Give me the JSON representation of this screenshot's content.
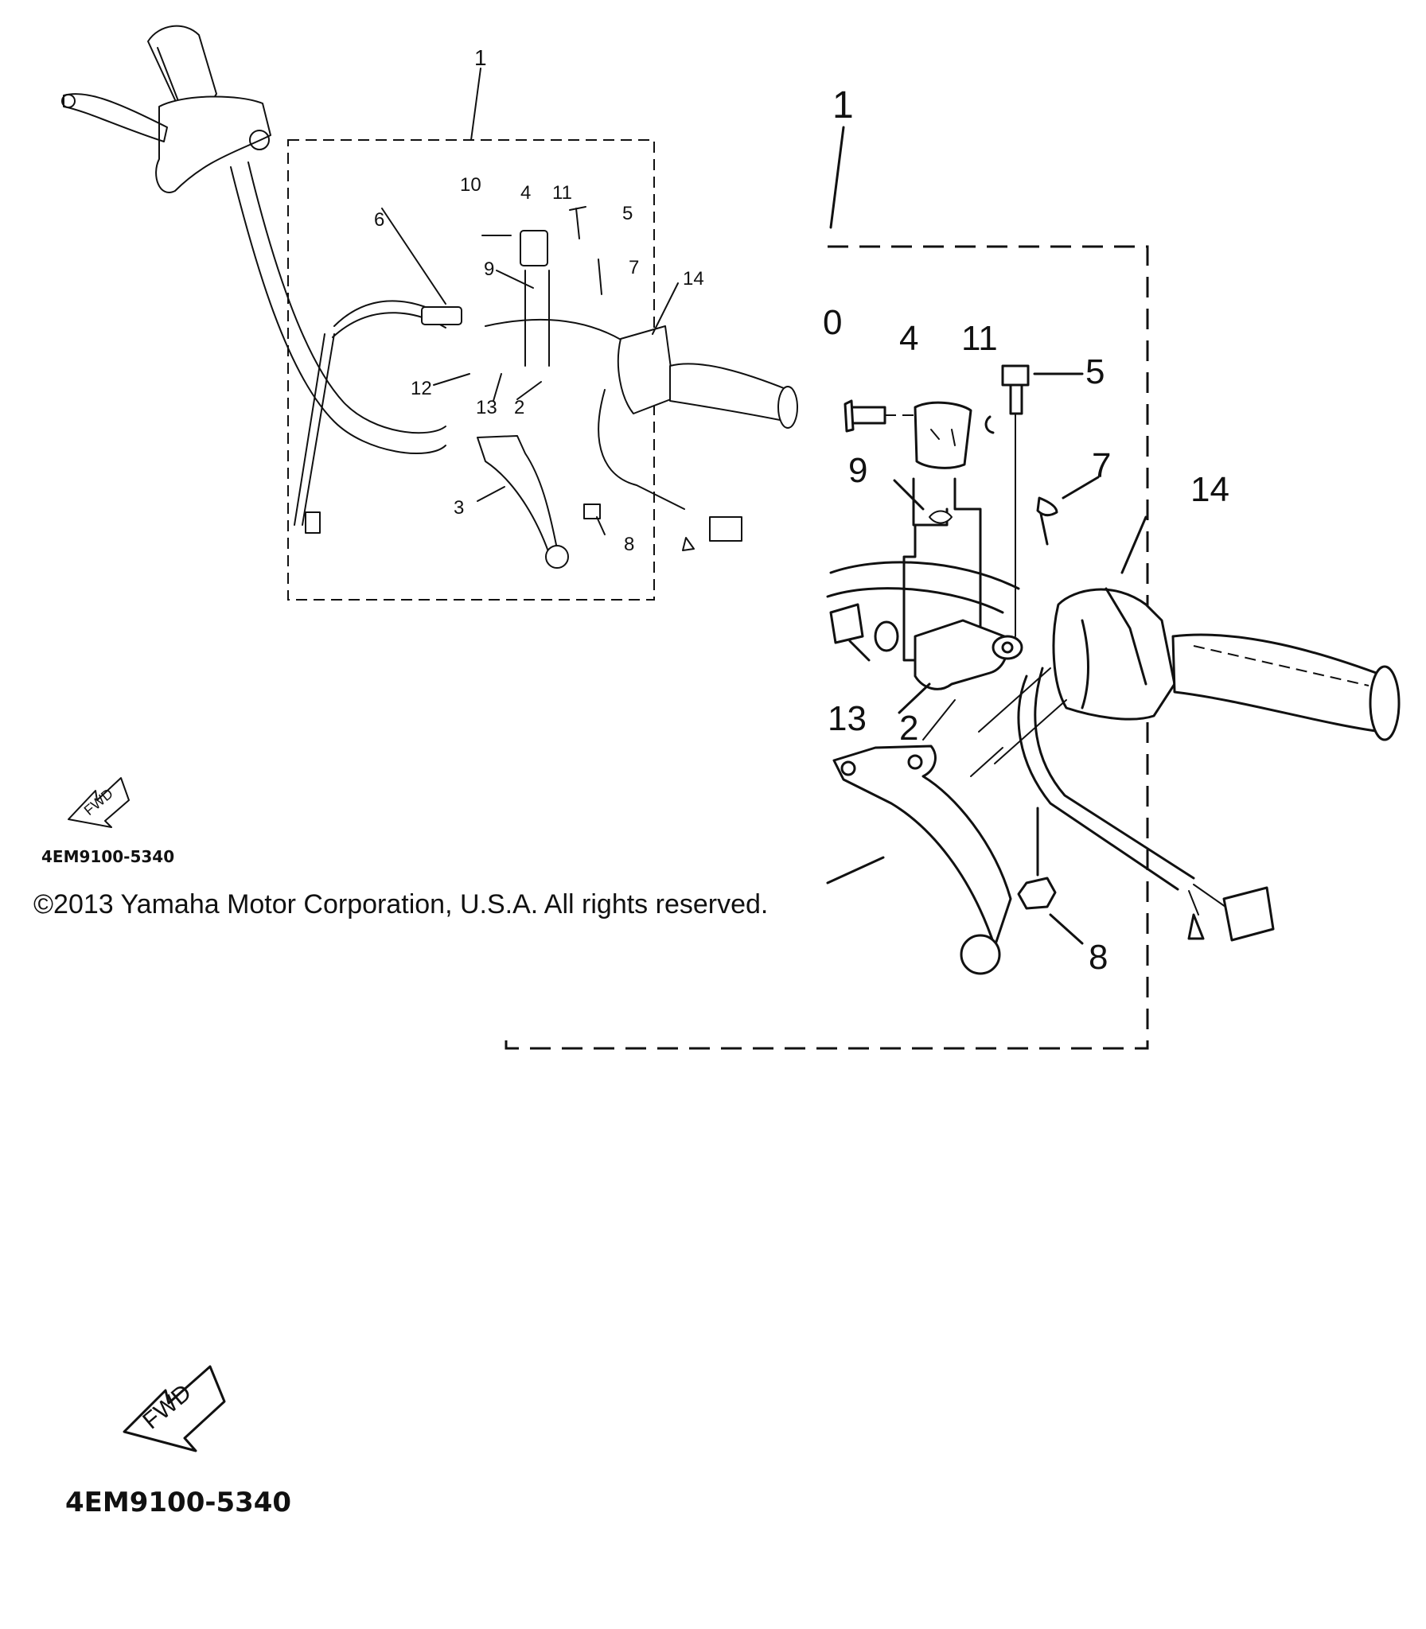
{
  "small_view": {
    "callouts": [
      "1",
      "2",
      "3",
      "4",
      "5",
      "6",
      "7",
      "8",
      "9",
      "10",
      "11",
      "12",
      "13",
      "14"
    ],
    "fwd_label": "FWD",
    "part_code": "4EM9100-5340"
  },
  "large_view": {
    "callouts": [
      "1",
      "0",
      "4",
      "11",
      "5",
      "9",
      "7",
      "14",
      "13",
      "2",
      "8"
    ],
    "fwd_label": "FWD",
    "part_code": "4EM9100-5340"
  },
  "copyright": "©2013 Yamaha Motor Corporation, U.S.A. All rights reserved."
}
